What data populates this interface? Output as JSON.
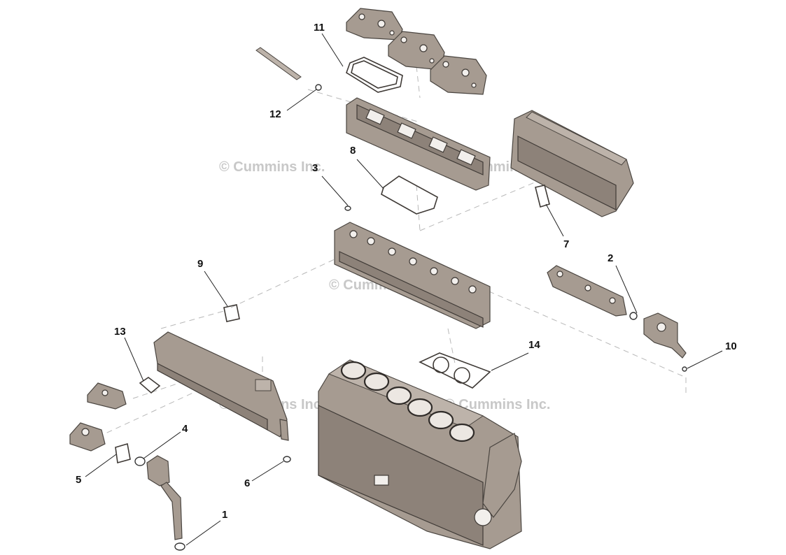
{
  "callouts": [
    {
      "label": "1"
    },
    {
      "label": "2"
    },
    {
      "label": "3"
    },
    {
      "label": "4"
    },
    {
      "label": "5"
    },
    {
      "label": "6"
    },
    {
      "label": "7"
    },
    {
      "label": "8"
    },
    {
      "label": "9"
    },
    {
      "label": "10"
    },
    {
      "label": "11"
    },
    {
      "label": "12"
    },
    {
      "label": "13"
    },
    {
      "label": "14"
    }
  ],
  "watermarks": [
    {
      "text": "© Cummins Inc."
    },
    {
      "text": "© Cummins Inc."
    },
    {
      "text": "© Cummins Inc."
    },
    {
      "text": "© Cummins Inc."
    },
    {
      "text": "© Cummins Inc."
    }
  ],
  "colors": {
    "part_fill": "#a69b91",
    "part_outline": "#4a4540",
    "watermark": "#c8c8c8",
    "callout_text": "#111111"
  }
}
